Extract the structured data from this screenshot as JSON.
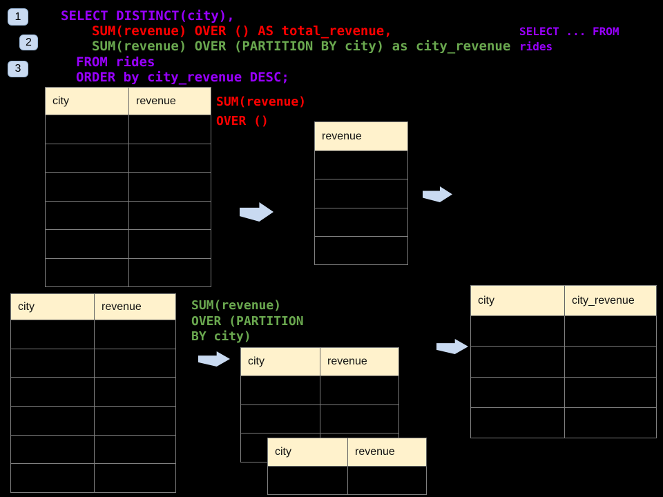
{
  "colors": {
    "background": "#000000",
    "code_purple": "#9900FF",
    "code_red": "#FF0000",
    "code_green": "#6AA84F",
    "table_header_fill": "#FFF2CC",
    "table_border": "#7F7F7F",
    "arrow_fill": "#C9DAF1",
    "badge_fill": "#C9DAF1"
  },
  "badges": {
    "b1": "1",
    "b2": "2",
    "b3": "3"
  },
  "sql": {
    "line1": "SELECT DISTINCT(city),",
    "line2": "SUM(revenue) OVER () AS total_revenue,",
    "line3": "SUM(revenue) OVER (PARTITION BY city) as city_revenue",
    "line4": "FROM rides",
    "line5": "ORDER by city_revenue DESC;"
  },
  "note": {
    "line1": "SELECT ... FROM",
    "line2": "rides"
  },
  "labels": {
    "total_line1": "SUM(revenue)",
    "total_line2": "OVER ()",
    "partition_line1": "SUM(revenue)",
    "partition_line2": "OVER (PARTITION",
    "partition_line3": "BY city)"
  },
  "tables": {
    "source_top": {
      "col1": "city",
      "col2": "revenue",
      "row_count": 6
    },
    "total_revenue": {
      "col1": "revenue",
      "row_count": 4
    },
    "source_bottom": {
      "col1": "city",
      "col2": "revenue",
      "row_count": 6
    },
    "partition_result": {
      "col1": "city",
      "col2": "revenue",
      "row_count": 3
    },
    "partition_overlay": {
      "col1": "city",
      "col2": "revenue",
      "row_count": 1
    },
    "city_revenue_result": {
      "col1": "city",
      "col2": "city_revenue",
      "row_count": 4
    }
  }
}
